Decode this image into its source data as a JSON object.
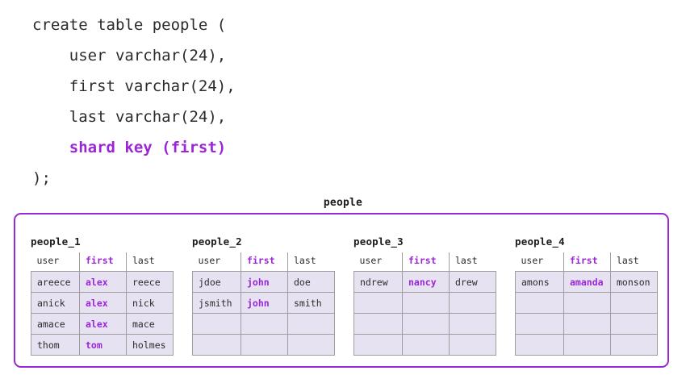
{
  "sql": {
    "lines": [
      {
        "text": "create table people (",
        "accent": false
      },
      {
        "text": "    user varchar(24),",
        "accent": false
      },
      {
        "text": "    first varchar(24),",
        "accent": false
      },
      {
        "text": "    last varchar(24),",
        "accent": false
      },
      {
        "text": "    shard key (first)",
        "accent": true
      },
      {
        "text": ");",
        "accent": false
      }
    ]
  },
  "diagram": {
    "title": "people",
    "accent_color": "#9b26d6",
    "cell_fill_color": "#e6e2f2",
    "cell_border_color": "#9e9e9e",
    "text_color": "#2b2b2b",
    "background_color": "#ffffff",
    "columns": [
      "user",
      "first",
      "last"
    ],
    "shard_key_column": "first",
    "shards": [
      {
        "label": "people_1",
        "rows": [
          {
            "user": "areece",
            "first": "alex",
            "last": "reece"
          },
          {
            "user": "anick",
            "first": "alex",
            "last": "nick"
          },
          {
            "user": "amace",
            "first": "alex",
            "last": "mace"
          },
          {
            "user": "thom",
            "first": "tom",
            "last": "holmes"
          }
        ]
      },
      {
        "label": "people_2",
        "rows": [
          {
            "user": "jdoe",
            "first": "john",
            "last": "doe"
          },
          {
            "user": "jsmith",
            "first": "john",
            "last": "smith"
          },
          {
            "user": "",
            "first": "",
            "last": ""
          },
          {
            "user": "",
            "first": "",
            "last": ""
          }
        ]
      },
      {
        "label": "people_3",
        "rows": [
          {
            "user": "ndrew",
            "first": "nancy",
            "last": "drew"
          },
          {
            "user": "",
            "first": "",
            "last": ""
          },
          {
            "user": "",
            "first": "",
            "last": ""
          },
          {
            "user": "",
            "first": "",
            "last": ""
          }
        ]
      },
      {
        "label": "people_4",
        "rows": [
          {
            "user": "amons",
            "first": "amanda",
            "last": "monson"
          },
          {
            "user": "",
            "first": "",
            "last": ""
          },
          {
            "user": "",
            "first": "",
            "last": ""
          },
          {
            "user": "",
            "first": "",
            "last": ""
          }
        ]
      }
    ]
  }
}
